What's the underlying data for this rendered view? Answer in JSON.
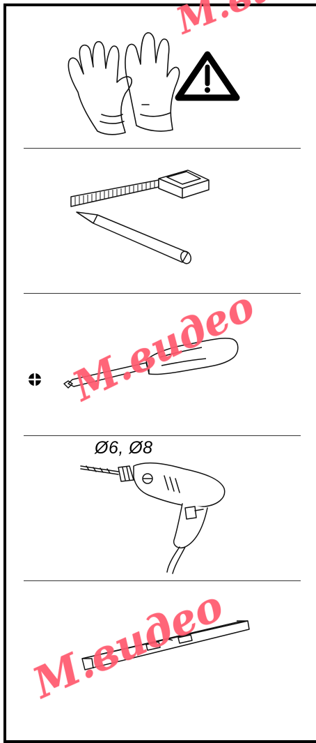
{
  "watermark": {
    "text": "М.видео",
    "color": "#ff5a6e"
  },
  "panels": [
    {
      "name": "gloves-and-warning",
      "icons": [
        "gloves-icon",
        "warning-triangle-icon"
      ]
    },
    {
      "name": "tape-measure-and-pencil",
      "icons": [
        "tape-measure-icon",
        "pencil-icon"
      ]
    },
    {
      "name": "phillips-screwdriver",
      "icons": [
        "phillips-symbol-icon",
        "screwdriver-icon"
      ]
    },
    {
      "name": "electric-drill",
      "icons": [
        "drill-icon"
      ],
      "label": "Ø6, Ø8"
    },
    {
      "name": "spirit-level",
      "icons": [
        "spirit-level-icon"
      ]
    }
  ]
}
